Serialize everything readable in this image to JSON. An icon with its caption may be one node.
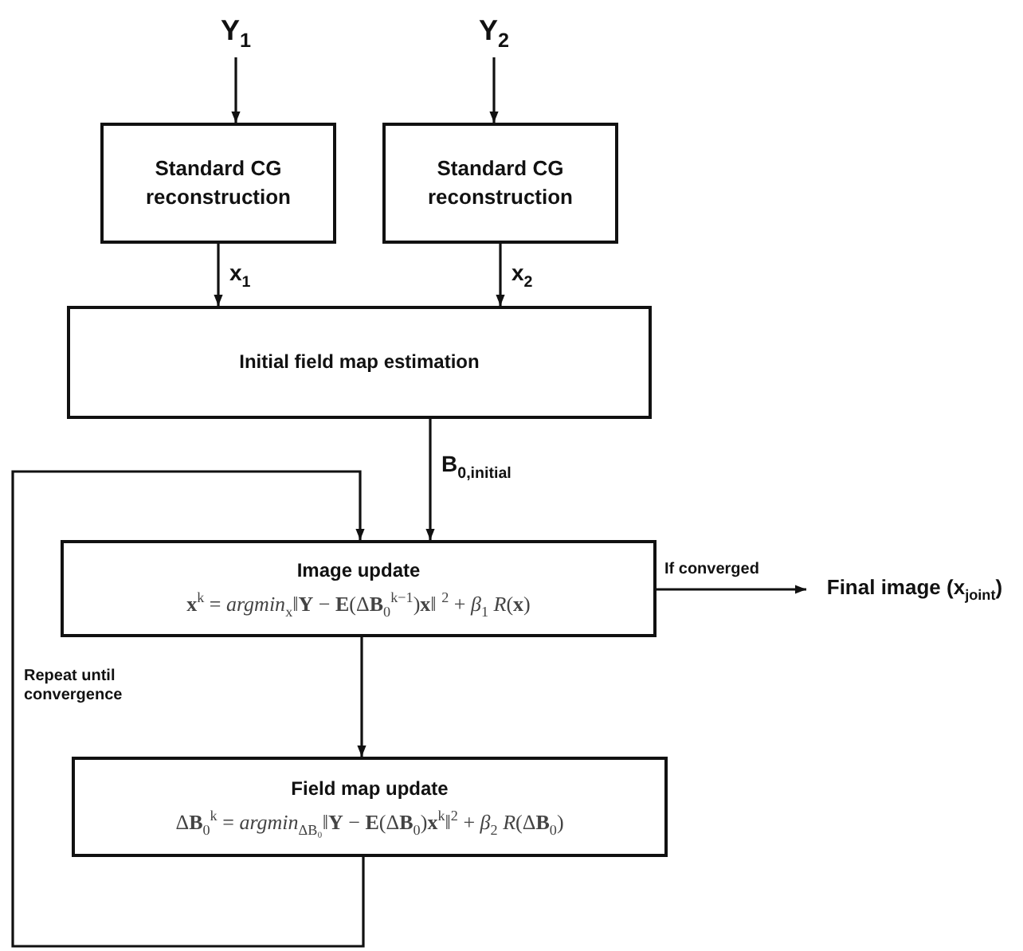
{
  "diagram": {
    "nodes": [
      {
        "text": [
          "Y$_{1}$"
        ]
      },
      {
        "text": [
          "Y$_{2}$"
        ]
      },
      {
        "text": [
          "Standard CG reconstruction"
        ]
      },
      {
        "text": [
          "Standard CG reconstruction"
        ]
      },
      {
        "text": [
          "Initial field map estimation"
        ]
      },
      {
        "text": [
          "Image update",
          "**x**$^{k}$ = *argmin*$_{x}$‖**Y** − **E**(Δ**B**$_{0}$$^{k−1}$)**x**‖ $^{2}$ + *β*$_{1}$ *R*(**x**)"
        ]
      },
      {
        "text": [
          "Field map update",
          "Δ**B**$_{0}$$^{k}$ = *argmin*$_{ΔB₀}$‖**Y** − **E**(Δ**B**$_{0}$)**x**$^{k}$‖$^{2}$ + *β*$_{2}$ *R*(Δ**B**$_{0}$)"
        ]
      },
      {
        "text": [
          "Final image (x$_{joint}$)"
        ]
      }
    ],
    "edges": [
      {
        "from": 0,
        "to": 2,
        "arrow": "to"
      },
      {
        "from": 1,
        "to": 3,
        "arrow": "to"
      },
      {
        "from": 2,
        "to": 4,
        "arrow": "to",
        "label": "x$_{1}$"
      },
      {
        "from": 3,
        "to": 4,
        "arrow": "to",
        "label": "x$_{2}$"
      },
      {
        "from": 4,
        "to": 5,
        "arrow": "to",
        "label": "B$_{0,initial}$"
      },
      {
        "from": 5,
        "to": 7,
        "arrow": "to",
        "label": "If converged"
      },
      {
        "from": 5,
        "to": 6,
        "arrow": "to"
      },
      {
        "from": 6,
        "to": 5,
        "arrow": "to",
        "label": "Repeat until convergence"
      }
    ]
  }
}
